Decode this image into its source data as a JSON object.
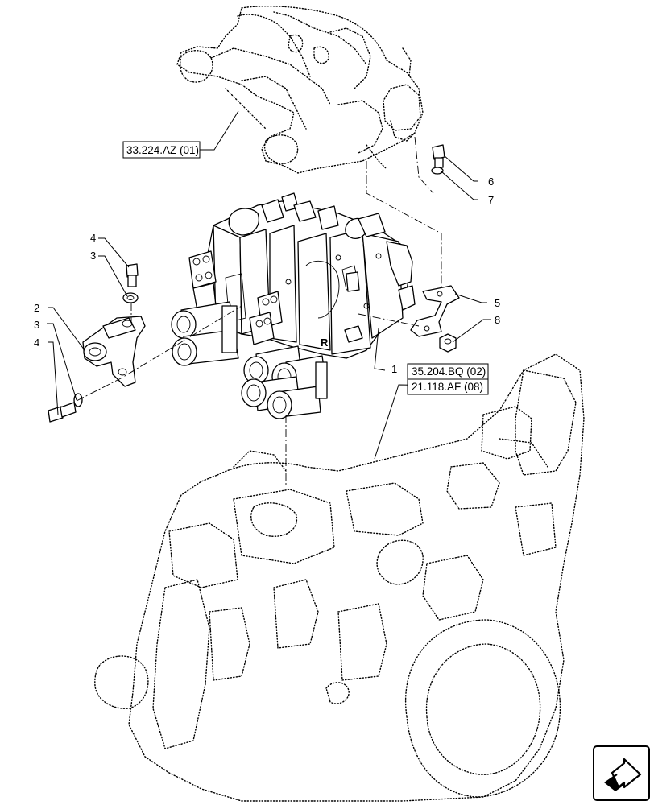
{
  "callouts": [
    {
      "id": "c1",
      "label": "1"
    },
    {
      "id": "c2",
      "label": "2"
    },
    {
      "id": "c3a",
      "label": "3"
    },
    {
      "id": "c3b",
      "label": "3"
    },
    {
      "id": "c4a",
      "label": "4"
    },
    {
      "id": "c4b",
      "label": "4"
    },
    {
      "id": "c5",
      "label": "5"
    },
    {
      "id": "c6",
      "label": "6"
    },
    {
      "id": "c7",
      "label": "7"
    },
    {
      "id": "c8",
      "label": "8"
    }
  ],
  "references": [
    {
      "id": "ref1",
      "text": "33.224.AZ (01)"
    },
    {
      "id": "ref2",
      "text": "35.204.BQ (02)"
    },
    {
      "id": "ref3",
      "text": "21.118.AF (08)"
    }
  ],
  "valve_marking": "R",
  "nav": {
    "icon": "next-page-arrow-icon"
  }
}
